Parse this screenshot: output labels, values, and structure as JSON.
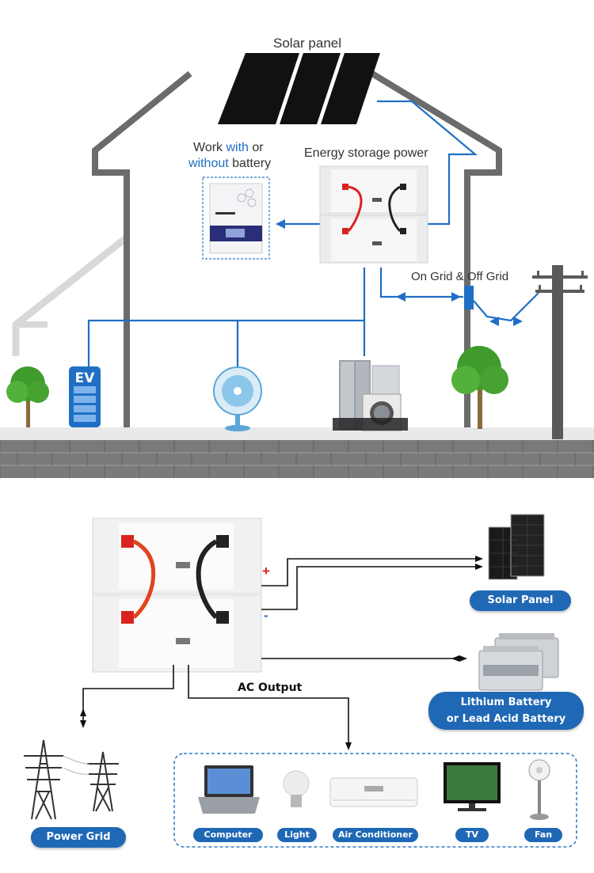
{
  "top": {
    "solar_panel_label": "Solar panel",
    "work_line1_a": "Work ",
    "work_line1_b": "with",
    "work_line1_c": " or",
    "work_line2_a": "without",
    "work_line2_b": " battery",
    "energy_storage_label": "Energy storage power",
    "grid_label": "On Grid & Off Grid",
    "ev_label": "EV"
  },
  "bottom": {
    "ac_output_label": "AC Output",
    "plus_sign": "+",
    "minus_sign": "-",
    "solar_panel_pill": "Solar Panel",
    "battery_pill_line1": "Lithium Battery",
    "battery_pill_line2": "or Lead Acid Battery",
    "power_grid_pill": "Power Grid",
    "appliances": [
      "Computer",
      "Light",
      "Air Conditioner",
      "TV",
      "Fan"
    ]
  },
  "colors": {
    "blue_line": "#1f6fc4",
    "house_outline": "#6b6b6b",
    "pill_blue": "#1f68b5",
    "battery_red": "#d9231f"
  }
}
